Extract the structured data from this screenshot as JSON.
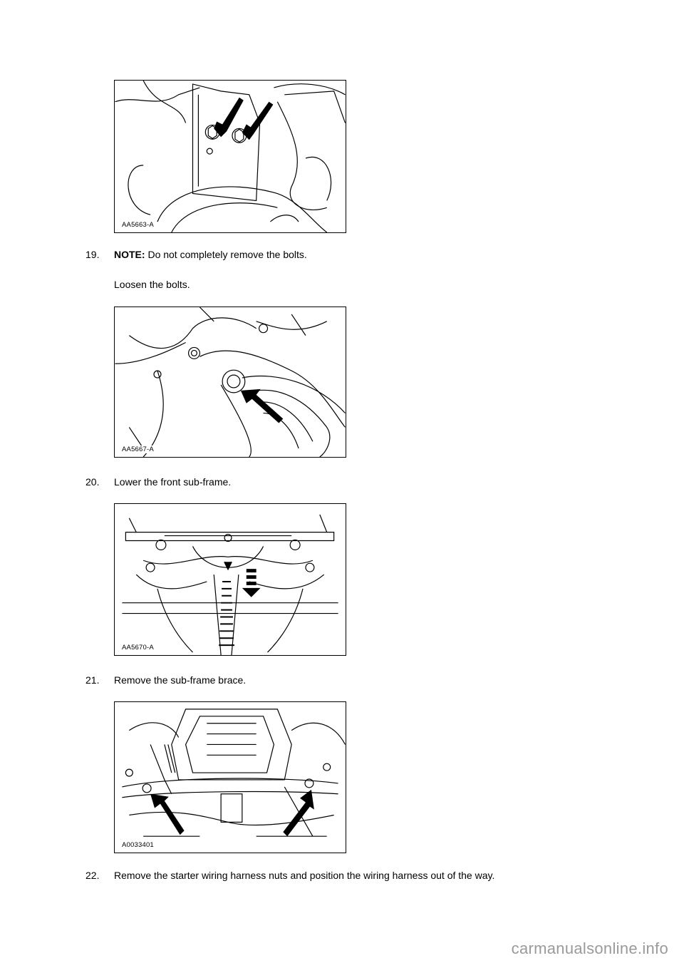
{
  "figures": [
    {
      "label": "AA5663-A"
    },
    {
      "label": "AA5667-A"
    },
    {
      "label": "AA5670-A"
    },
    {
      "label": "A0033401"
    }
  ],
  "steps": [
    {
      "number": "19.",
      "note_label": "NOTE:",
      "note_text": " Do not completely remove the bolts.",
      "text": "Loosen the bolts."
    },
    {
      "number": "20.",
      "text": "Lower the front sub-frame."
    },
    {
      "number": "21.",
      "text": "Remove the sub-frame brace."
    },
    {
      "number": "22.",
      "text": "Remove the starter wiring harness nuts and position the wiring harness out of the way."
    }
  ],
  "footer": {
    "watermark": "carmanualsonline.info"
  }
}
